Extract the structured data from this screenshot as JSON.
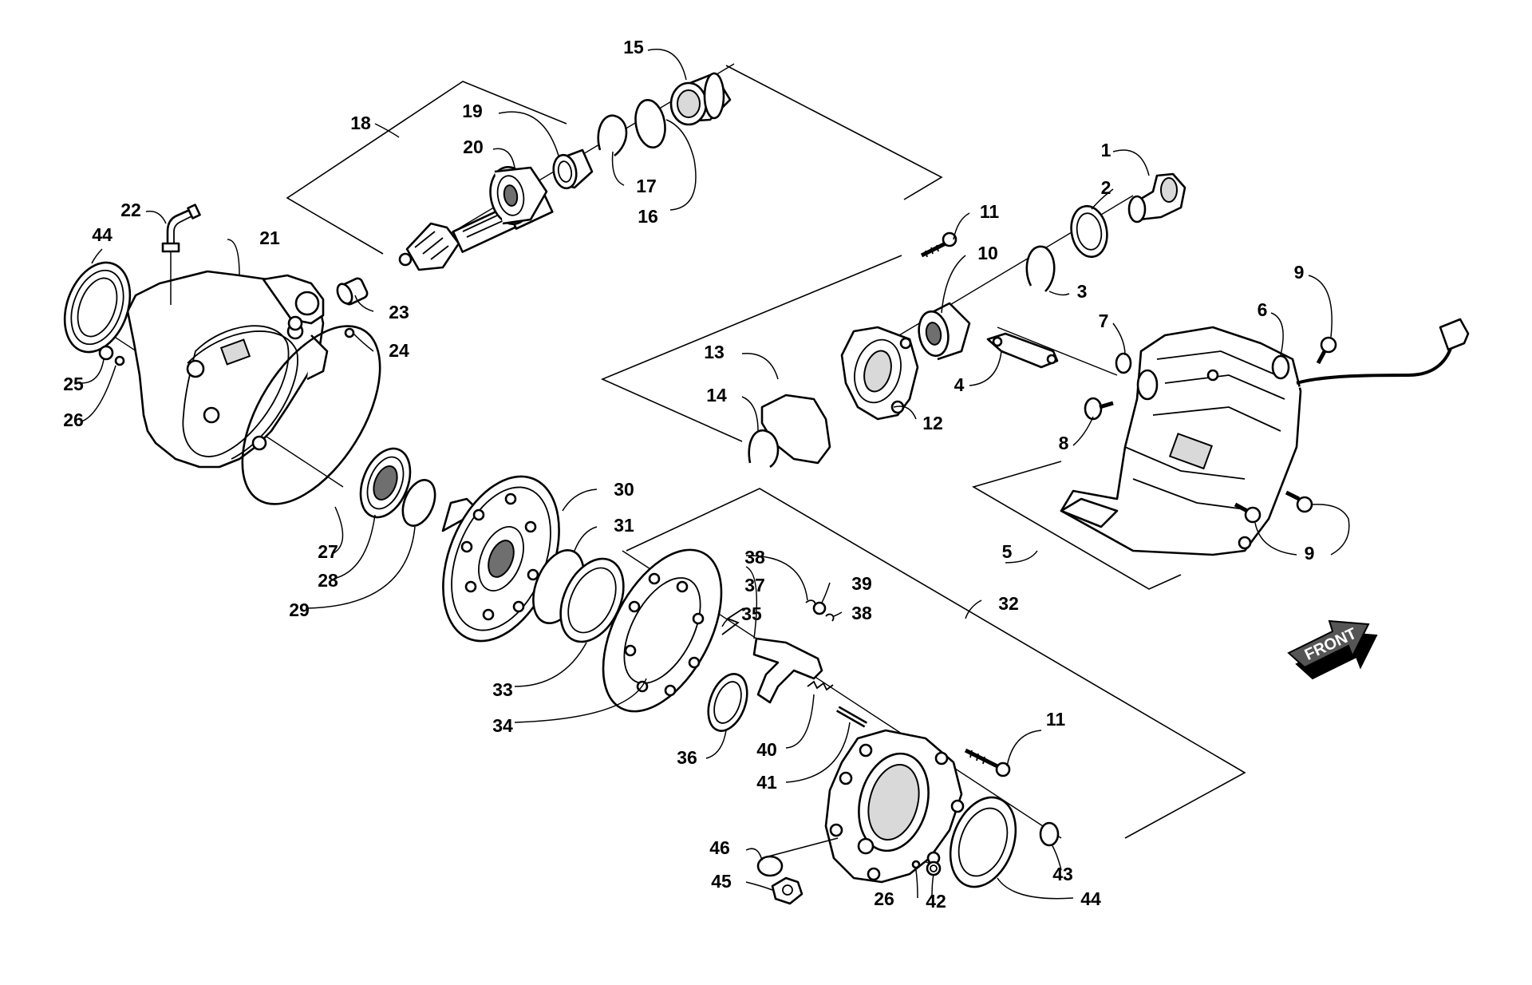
{
  "diagram": {
    "front_label": "FRONT",
    "callouts": {
      "c1": "1",
      "c2": "2",
      "c3": "3",
      "c4": "4",
      "c5": "5",
      "c6": "6",
      "c7": "7",
      "c8": "8",
      "c9a": "9",
      "c9b": "9",
      "c10": "10",
      "c11a": "11",
      "c11b": "11",
      "c12": "12",
      "c13": "13",
      "c14": "14",
      "c15": "15",
      "c16": "16",
      "c17": "17",
      "c18": "18",
      "c19": "19",
      "c20": "20",
      "c21": "21",
      "c22": "22",
      "c23": "23",
      "c24": "24",
      "c25": "25",
      "c26a": "26",
      "c26b": "26",
      "c27": "27",
      "c28": "28",
      "c29": "29",
      "c30": "30",
      "c31": "31",
      "c32": "32",
      "c33": "33",
      "c34": "34",
      "c35": "35",
      "c36": "36",
      "c37": "37",
      "c38a": "38",
      "c38b": "38",
      "c39": "39",
      "c40": "40",
      "c41": "41",
      "c42": "42",
      "c43": "43",
      "c44a": "44",
      "c44b": "44",
      "c45": "45",
      "c46": "46"
    }
  }
}
